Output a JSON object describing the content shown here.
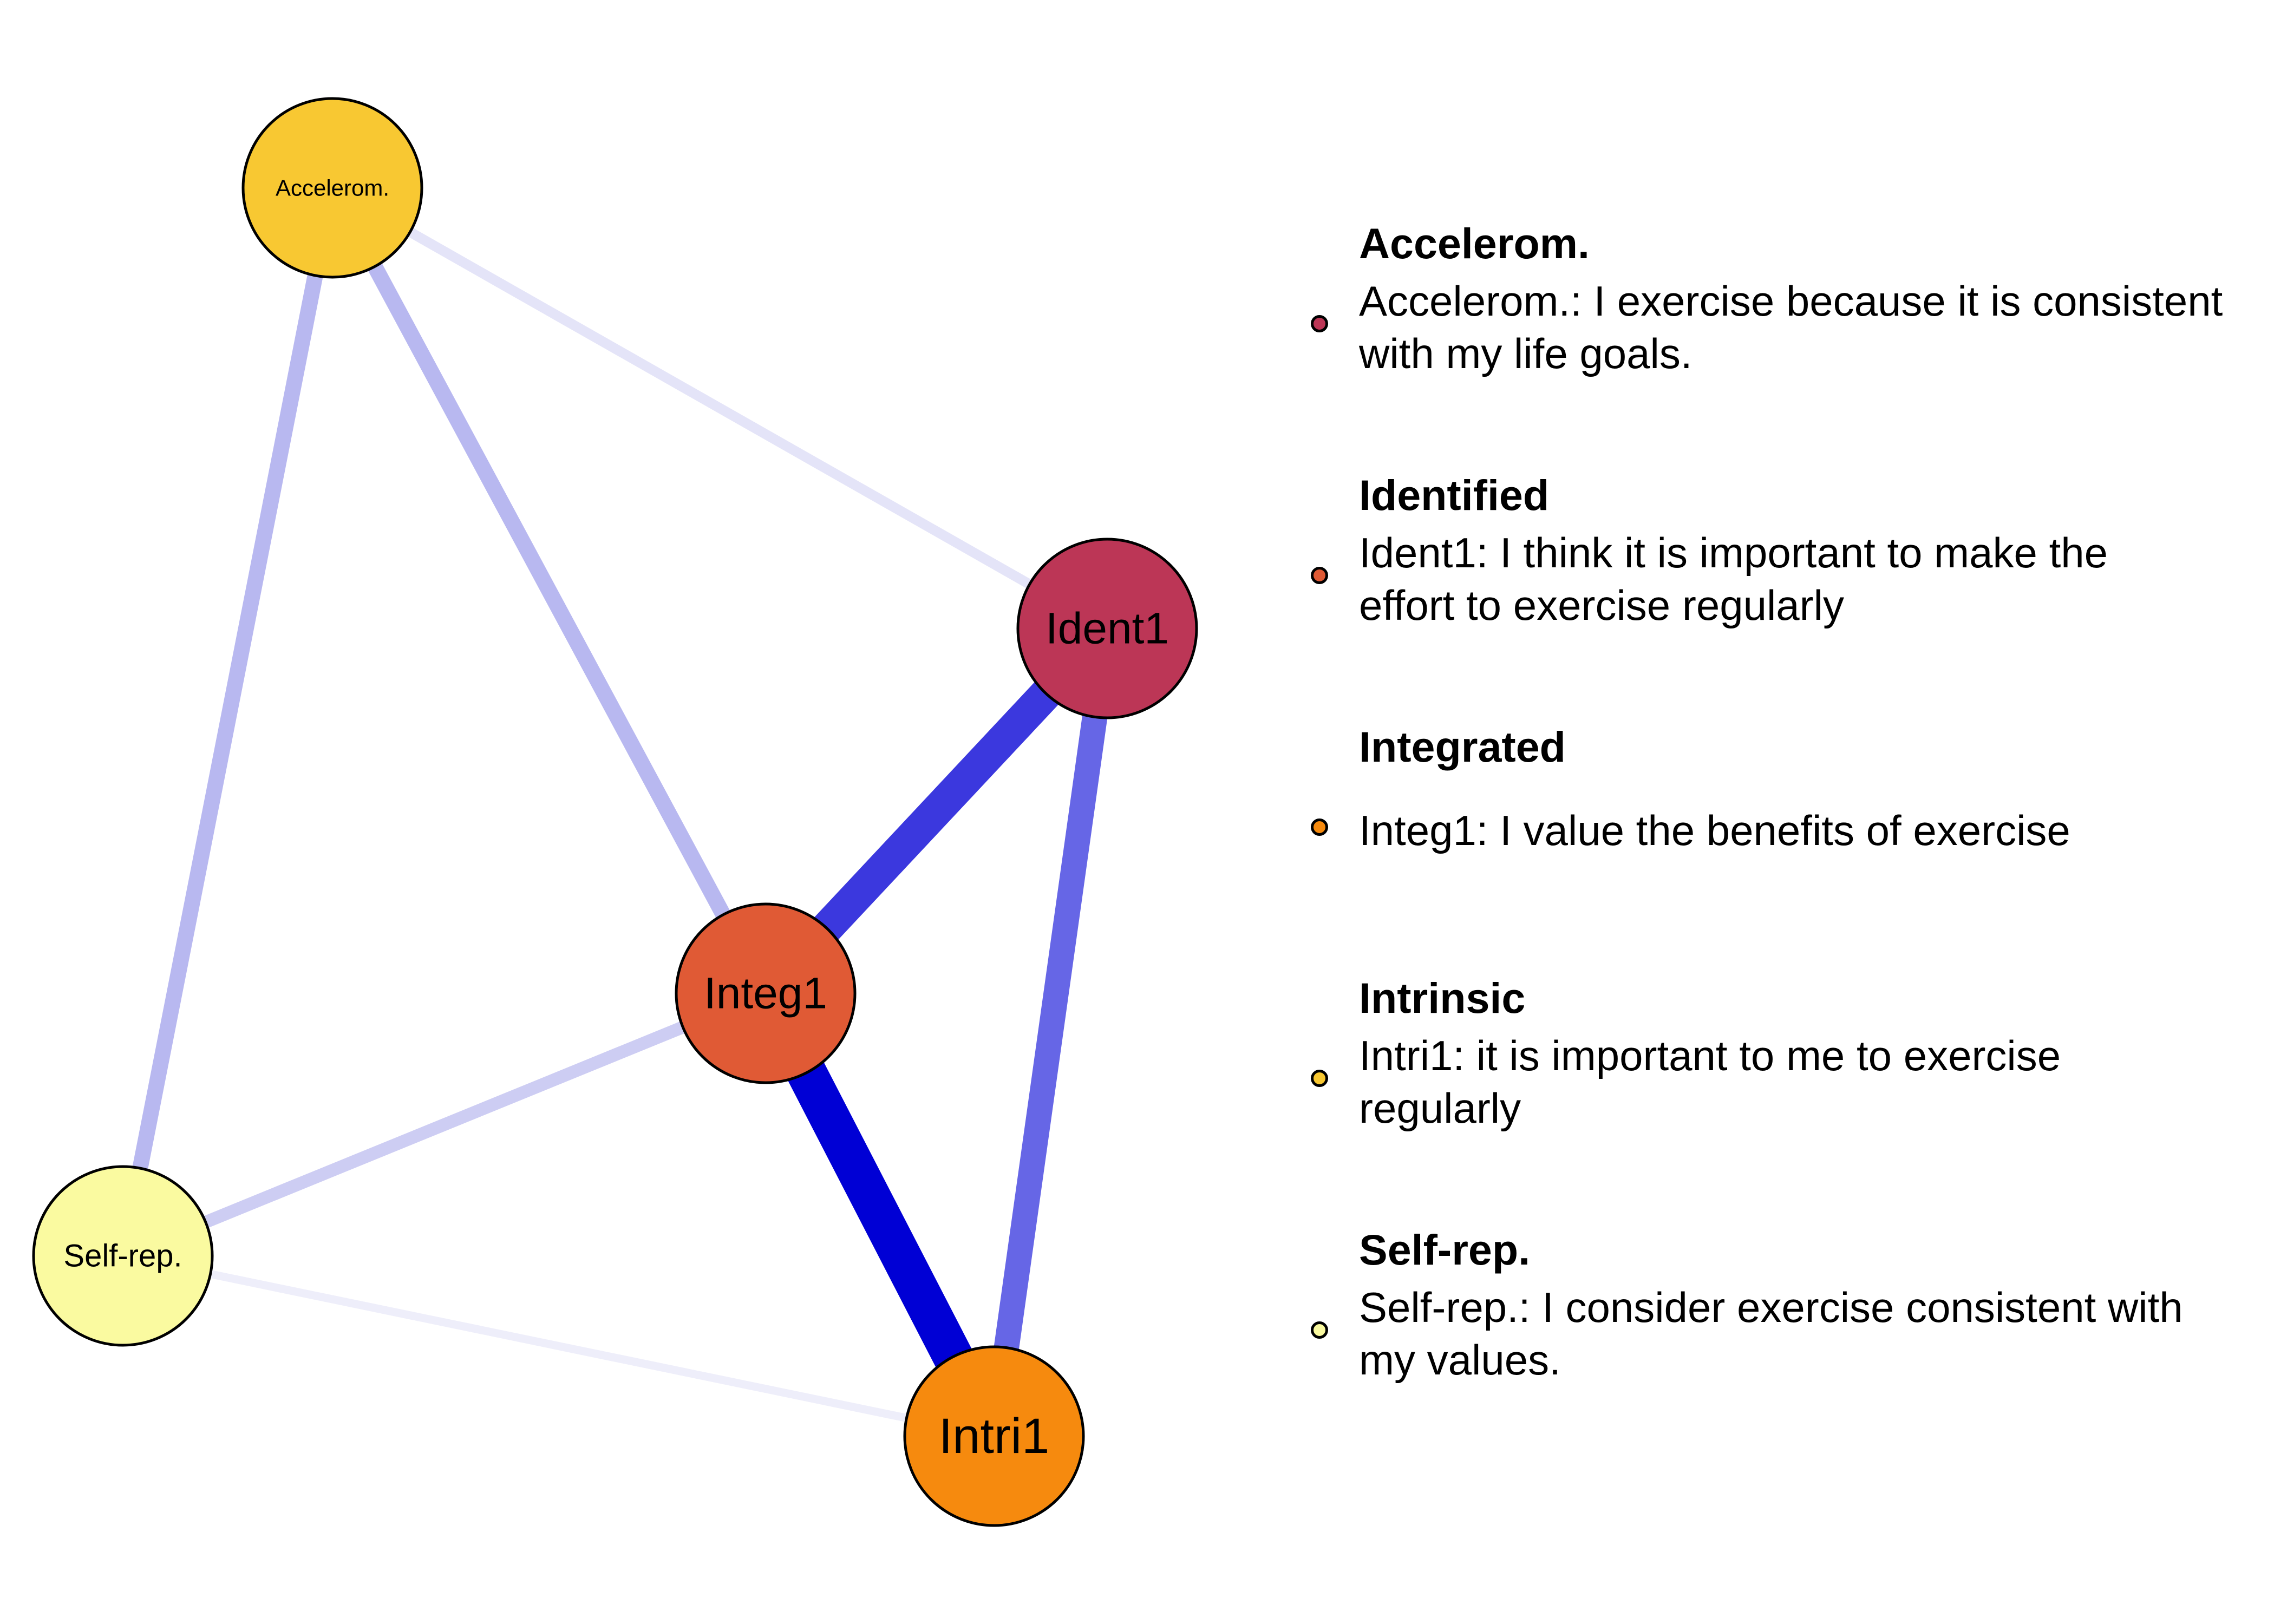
{
  "chart_data": {
    "type": "network",
    "nodes": [
      {
        "id": "Accelerom.",
        "label": "Accelerom.",
        "color": "#F8C832",
        "label_size": "small"
      },
      {
        "id": "Ident1",
        "label": "Ident1",
        "color": "#BC3656",
        "label_size": "large"
      },
      {
        "id": "Integ1",
        "label": "Integ1",
        "color": "#E05A35",
        "label_size": "large"
      },
      {
        "id": "Self-rep.",
        "label": "Self-rep.",
        "color": "#FAFAA0",
        "label_size": "medium"
      },
      {
        "id": "Intri1",
        "label": "Intri1",
        "color": "#F68A0E",
        "label_size": "xlarge"
      }
    ],
    "edges": [
      {
        "from": "Integ1",
        "to": "Intri1",
        "strength": 0.95,
        "color": "#0000D5"
      },
      {
        "from": "Integ1",
        "to": "Ident1",
        "strength": 0.75,
        "color": "#3B38DE"
      },
      {
        "from": "Ident1",
        "to": "Intri1",
        "strength": 0.55,
        "color": "#6666E6"
      },
      {
        "from": "Accelerom.",
        "to": "Self-rep.",
        "strength": 0.3,
        "color": "#B8B8F0"
      },
      {
        "from": "Accelerom.",
        "to": "Integ1",
        "strength": 0.3,
        "color": "#B8B8F0"
      },
      {
        "from": "Self-rep.",
        "to": "Integ1",
        "strength": 0.22,
        "color": "#CDCDF3"
      },
      {
        "from": "Accelerom.",
        "to": "Ident1",
        "strength": 0.15,
        "color": "#E4E4F8"
      },
      {
        "from": "Self-rep.",
        "to": "Intri1",
        "strength": 0.1,
        "color": "#EEEEFA"
      }
    ]
  },
  "legend": [
    {
      "heading": "Accelerom.",
      "dot_color": "#BC3656",
      "lines": [
        "Accelerom.:  I exercise because it is consistent",
        "with my life goals."
      ]
    },
    {
      "heading": "Identified",
      "dot_color": "#E05A35",
      "lines": [
        "Ident1:  I think it is important to make the",
        "effort to exercise regularly"
      ]
    },
    {
      "heading": "Integrated",
      "dot_color": "#F68A0E",
      "lines": [
        "Integ1:  I value the benefits of exercise"
      ]
    },
    {
      "heading": "Intrinsic",
      "dot_color": "#F8C832",
      "lines": [
        "Intri1:  it is important to me to exercise",
        "regularly"
      ]
    },
    {
      "heading": "Self-rep.",
      "dot_color": "#FAFAA0",
      "lines": [
        "Self-rep.:  I consider exercise consistent with",
        "my values."
      ]
    }
  ]
}
